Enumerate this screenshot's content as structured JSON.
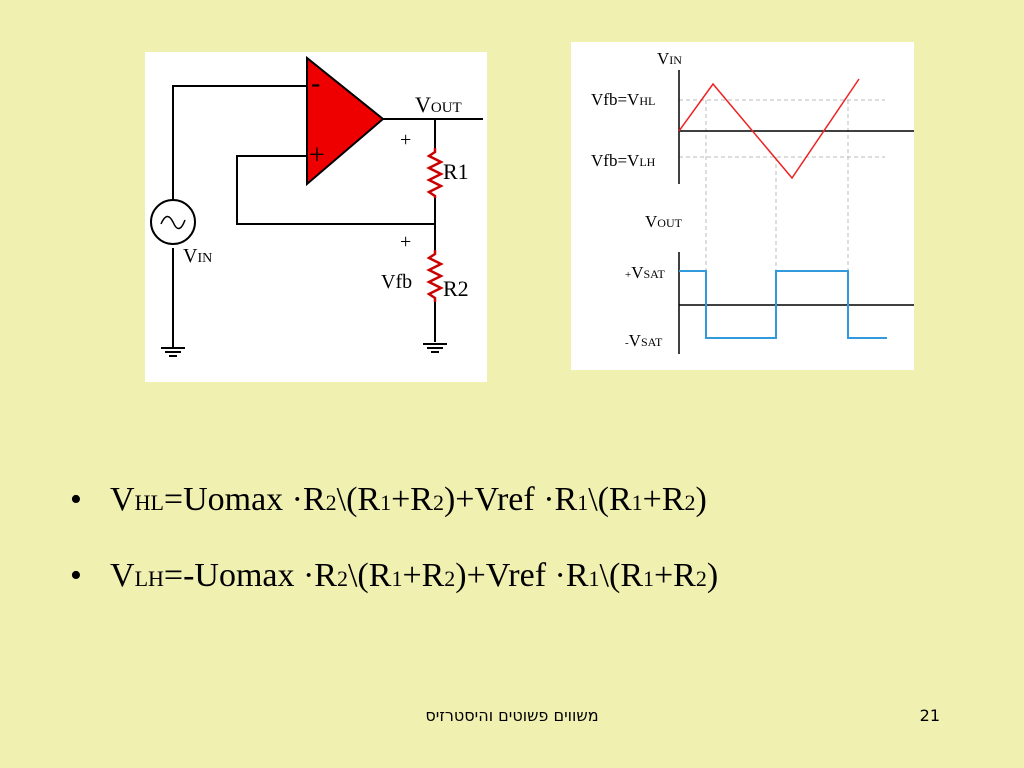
{
  "circuit": {
    "opamp_minus": "-",
    "opamp_plus": "+",
    "vout_main": "V",
    "vout_sub": "OUT",
    "r1_plus": "+",
    "r1": "R1",
    "r2_plus": "+",
    "vfb": "Vfb",
    "r2": "R2",
    "vin_main": "V",
    "vin_sub": "IN"
  },
  "waveform": {
    "vin_main": "V",
    "vin_sub": "IN",
    "vhl_main": "Vfb=V",
    "vhl_sub": "HL",
    "vlh_main": "Vfb=V",
    "vlh_sub": "LH",
    "vout_main": "V",
    "vout_sub": "OUT",
    "pos_sign": "+",
    "pos_main": "V",
    "pos_sub": "SAT",
    "neg_sign": "-",
    "neg_main": "V",
    "neg_sub": "SAT",
    "colors": {
      "input": "#ee2222",
      "output": "#3399dd",
      "grid": "#bbbbbb"
    }
  },
  "bullets": [
    {
      "bullet": "•",
      "parts": [
        {
          "t": "V"
        },
        {
          "t": "HL",
          "s": true
        },
        {
          "t": "=Uomax ·R"
        },
        {
          "t": "2",
          "s": true
        },
        {
          "t": "\\(R"
        },
        {
          "t": "1",
          "s": true
        },
        {
          "t": "+R"
        },
        {
          "t": "2",
          "s": true
        },
        {
          "t": ")+Vref ·R"
        },
        {
          "t": "1",
          "s": true
        },
        {
          "t": "\\(R"
        },
        {
          "t": "1",
          "s": true
        },
        {
          "t": "+R"
        },
        {
          "t": "2",
          "s": true
        },
        {
          "t": ")"
        }
      ]
    },
    {
      "bullet": "•",
      "parts": [
        {
          "t": "V"
        },
        {
          "t": "LH",
          "s": true
        },
        {
          "t": "=-Uomax ·R"
        },
        {
          "t": "2",
          "s": true
        },
        {
          "t": "\\(R"
        },
        {
          "t": "1",
          "s": true
        },
        {
          "t": "+R"
        },
        {
          "t": "2",
          "s": true
        },
        {
          "t": ")+Vref  ·R"
        },
        {
          "t": "1",
          "s": true
        },
        {
          "t": "\\(R"
        },
        {
          "t": "1",
          "s": true
        },
        {
          "t": "+R"
        },
        {
          "t": "2",
          "s": true
        },
        {
          "t": ")"
        }
      ]
    }
  ],
  "footer": {
    "title": "משווים פשוטים והיסטרזיס",
    "page": "21"
  }
}
